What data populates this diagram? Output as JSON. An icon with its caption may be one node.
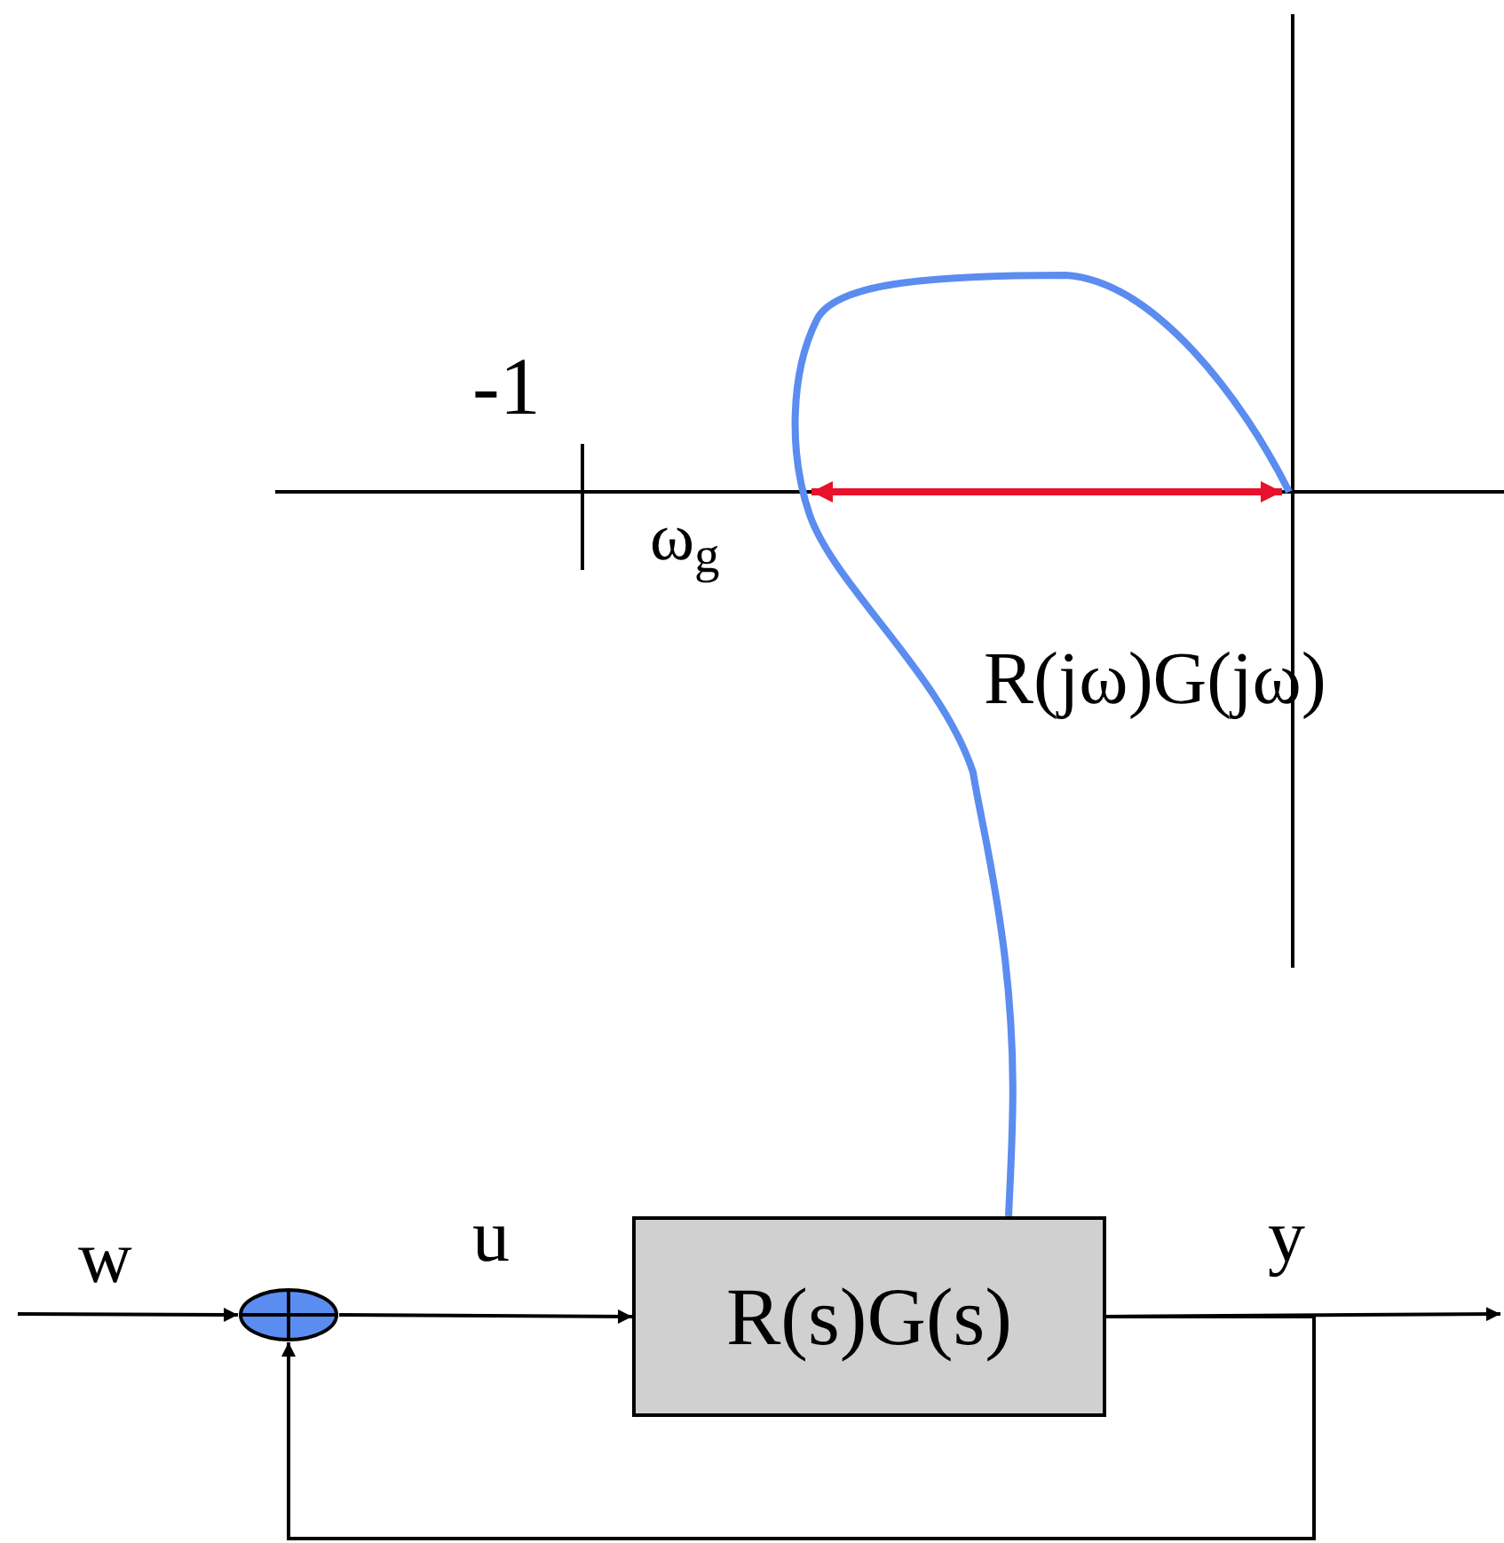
{
  "diagram": {
    "nodes": [
      {
        "text": [],
        "shape": "circle"
      },
      {
        "text": [
          "R(s)G(s)"
        ]
      }
    ],
    "edges": [
      {
        "from": null,
        "to": 0,
        "arrow": "to",
        "label": "w"
      },
      {
        "from": 0,
        "to": 1,
        "arrow": "to",
        "label": "u"
      },
      {
        "from": 1,
        "to": null,
        "arrow": "to",
        "label": "y"
      },
      {
        "from": 1,
        "to": 0,
        "arrow": "to"
      }
    ],
    "labels": [
      "-1",
      "ω$_{g}$",
      "R(jω)G(jω)"
    ]
  }
}
